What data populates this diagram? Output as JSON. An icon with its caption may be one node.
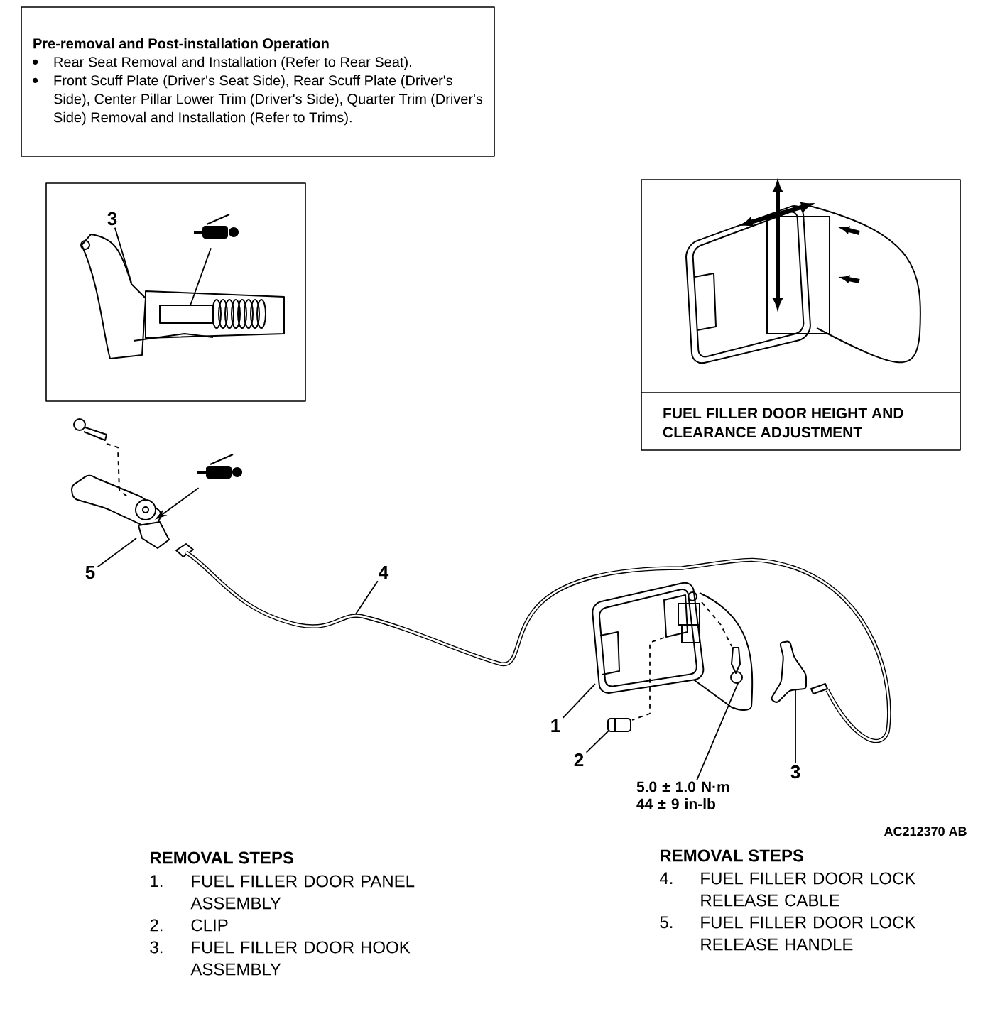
{
  "diagram": {
    "nodes": [
      {
        "text": [
          "Pre-removal and Post-installation Operation",
          "Rear Seat Removal and Installation (Refer to Rear Seat).",
          "Front Scuff Plate (Driver's Seat Side), Rear Scuff Plate (Driver's Side), Center Pillar Lower Trim (Driver's Side), Quarter Trim (Driver's Side) Removal and Installation (Refer to Trims)."
        ]
      },
      {
        "text": [],
        "shape": "box"
      },
      {
        "text": [
          "3"
        ],
        "in": 1
      },
      {
        "text": [],
        "shape": "picture",
        "in": 1
      },
      {
        "text": [
          "FUEL FILLER DOOR HEIGHT AND CLEARANCE ADJUSTMENT"
        ]
      },
      {
        "text": [
          "5"
        ]
      },
      {
        "text": [],
        "shape": "picture"
      },
      {
        "text": [
          "4"
        ]
      },
      {
        "text": [
          "1"
        ]
      },
      {
        "text": [
          "2"
        ]
      },
      {
        "text": [
          "5.0 ± 1.0 N·m 44 ± 9 in-lb"
        ]
      },
      {
        "text": [
          "3"
        ]
      },
      {
        "text": [],
        "shape": "picture",
        "in": 1
      },
      {
        "text": [],
        "shape": "picture"
      },
      {
        "text": [],
        "shape": "picture"
      },
      {
        "text": [],
        "shape": "picture"
      },
      {
        "text": [],
        "shape": "picture"
      },
      {
        "text": [],
        "shape": "picture"
      }
    ],
    "edges": [
      {
        "from": 3,
        "to": 12,
        "arrow": "none"
      },
      {
        "from": 2,
        "to": 12,
        "arrow": "none"
      },
      {
        "from": 6,
        "to": 13,
        "arrow": "to"
      },
      {
        "from": 5,
        "to": 13,
        "arrow": "none"
      },
      {
        "from": 7,
        "to": null,
        "arrow": "none"
      },
      {
        "from": 8,
        "to": 14,
        "arrow": "none"
      },
      {
        "from": 9,
        "to": 15,
        "arrow": "none"
      },
      {
        "from": 10,
        "to": 16,
        "arrow": "none"
      },
      {
        "from": 11,
        "to": 17,
        "arrow": "none"
      },
      {
        "from": 13,
        "to": 17,
        "arrow": "none",
        "style": "thick"
      },
      {
        "from": 14,
        "to": 15,
        "arrow": "none",
        "style": "dashed"
      },
      {
        "from": 14,
        "to": 16,
        "arrow": "none",
        "style": "dashed"
      }
    ],
    "labels": [
      "AC212370 AB",
      "REMOVAL STEPS",
      "1.",
      "FUEL FILLER DOOR PANEL ASSEMBLY",
      "2.",
      "CLIP",
      "3.",
      "FUEL FILLER DOOR HOOK ASSEMBLY",
      "REMOVAL STEPS",
      "4.",
      "FUEL FILLER DOOR LOCK RELEASE CABLE",
      "5.",
      "FUEL FILLER DOOR LOCK RELEASE HANDLE"
    ]
  }
}
